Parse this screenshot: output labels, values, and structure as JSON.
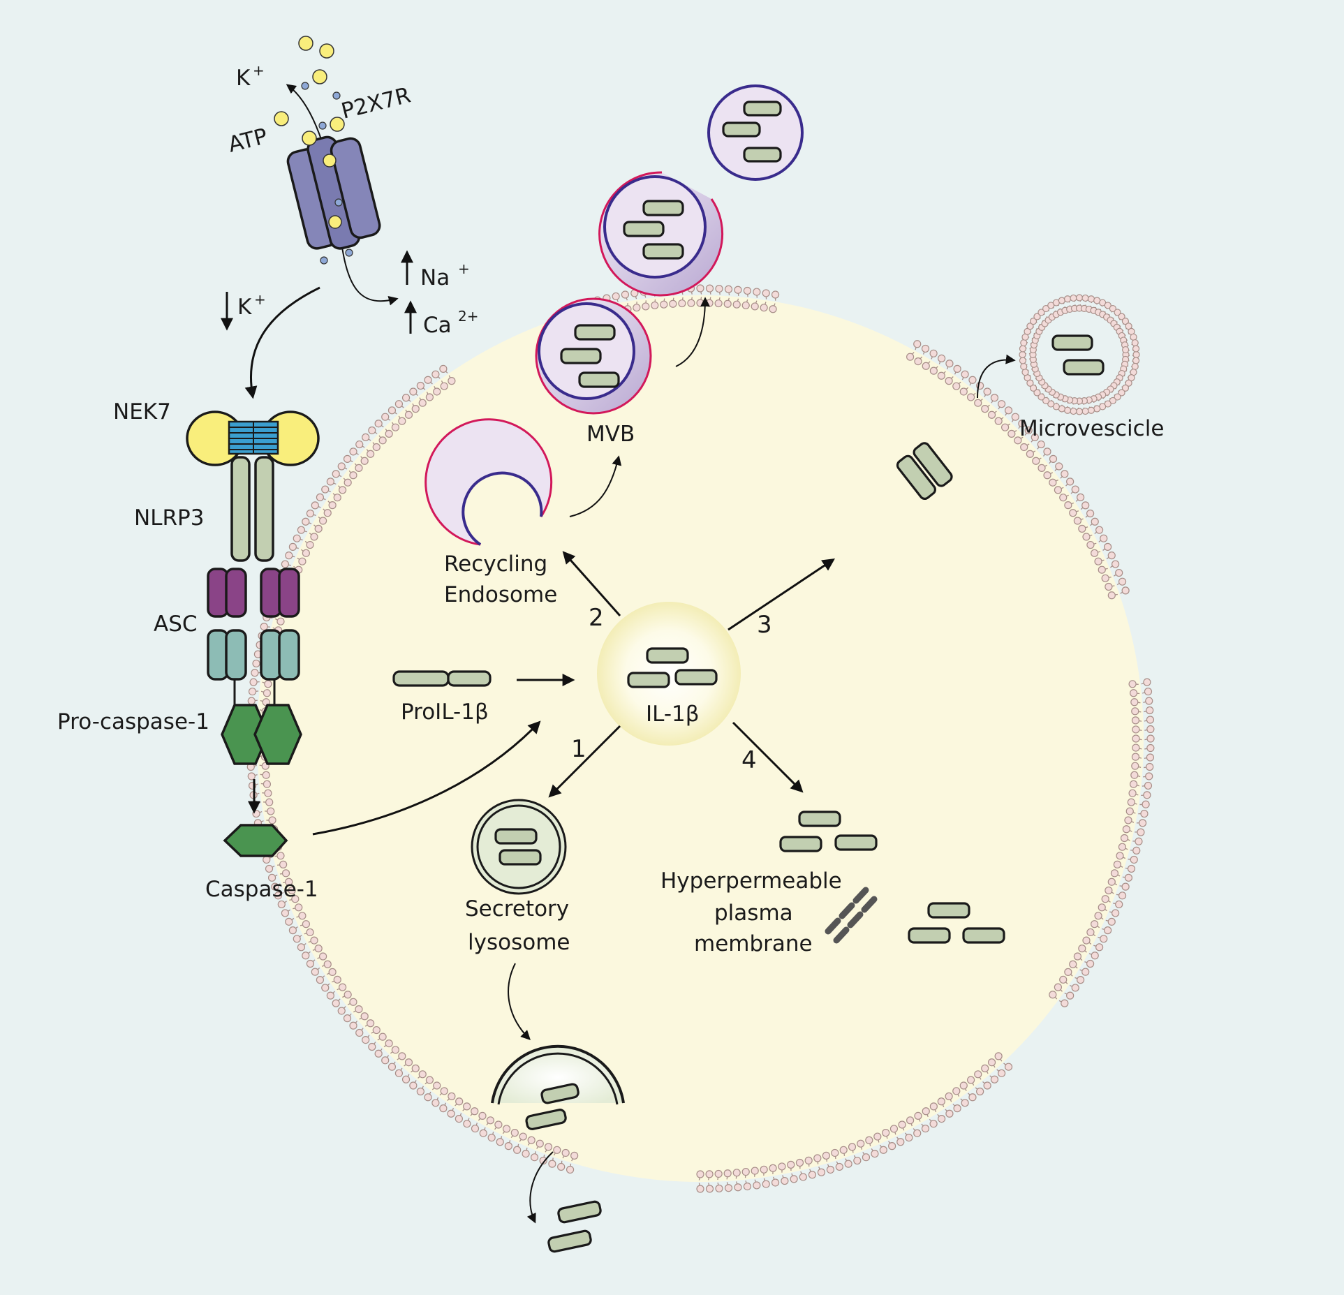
{
  "labels": {
    "k_out": "K",
    "k_out_sup": "+",
    "atp": "ATP",
    "p2x7r": "P2X7R",
    "na": "Na",
    "na_sup": "+",
    "ca": "Ca",
    "ca_sup": "2+",
    "k_in": "K",
    "k_in_sup": "+",
    "nek7": "NEK7",
    "nlrp3": "NLRP3",
    "asc": "ASC",
    "procaspase": "Pro-caspase-1",
    "caspase": "Caspase-1",
    "proil": "ProIL-1β",
    "il": "IL-1β",
    "recycling_1": "Recycling",
    "recycling_2": "Endosome",
    "mvb": "MVB",
    "microvesicle": "Microvescicle",
    "secretory_1": "Secretory",
    "secretory_2": "lysosome",
    "hyper_1": "Hyperpermeable",
    "hyper_2": "plasma",
    "hyper_3": "membrane"
  },
  "pathways": [
    "1",
    "2",
    "3",
    "4"
  ],
  "colors": {
    "background": "#e9f2f2",
    "cytoplasm": "#fbf8de",
    "membrane_head": "#f3dbd9",
    "membrane_stroke": "#a78e88",
    "receptor": "#8586b8",
    "nek7": "#f9ee7c",
    "nlrp3": "#c2cfb1",
    "asc": "#8a4487",
    "card": "#8dbcb5",
    "caspase": "#4a9450",
    "cytokine": "#c2cfb1",
    "vesicle_fill": "#ece3f2",
    "vesicle_outline": "#392b8c",
    "endosome_outline": "#d2185a"
  }
}
